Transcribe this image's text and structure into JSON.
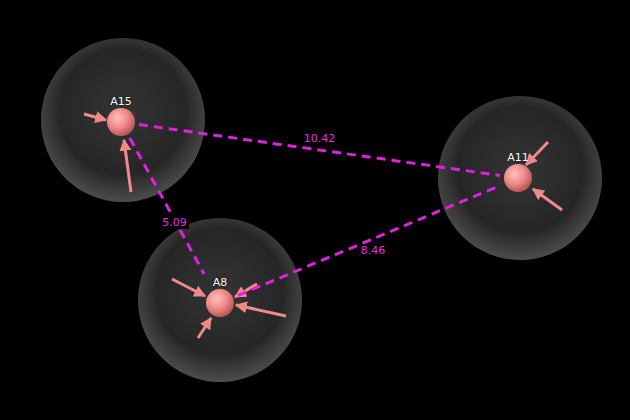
{
  "diagram": {
    "nodes": [
      {
        "text": [
          "A15"
        ]
      },
      {
        "text": [
          "A11"
        ]
      },
      {
        "text": [
          "A8"
        ]
      }
    ],
    "edges": [
      {
        "from": 0,
        "to": 1,
        "arrow": "none",
        "label": "10.42"
      },
      {
        "from": 0,
        "to": 2,
        "arrow": "none",
        "label": "5.09"
      },
      {
        "from": 2,
        "to": 1,
        "arrow": "none",
        "label": "8.46"
      }
    ]
  }
}
